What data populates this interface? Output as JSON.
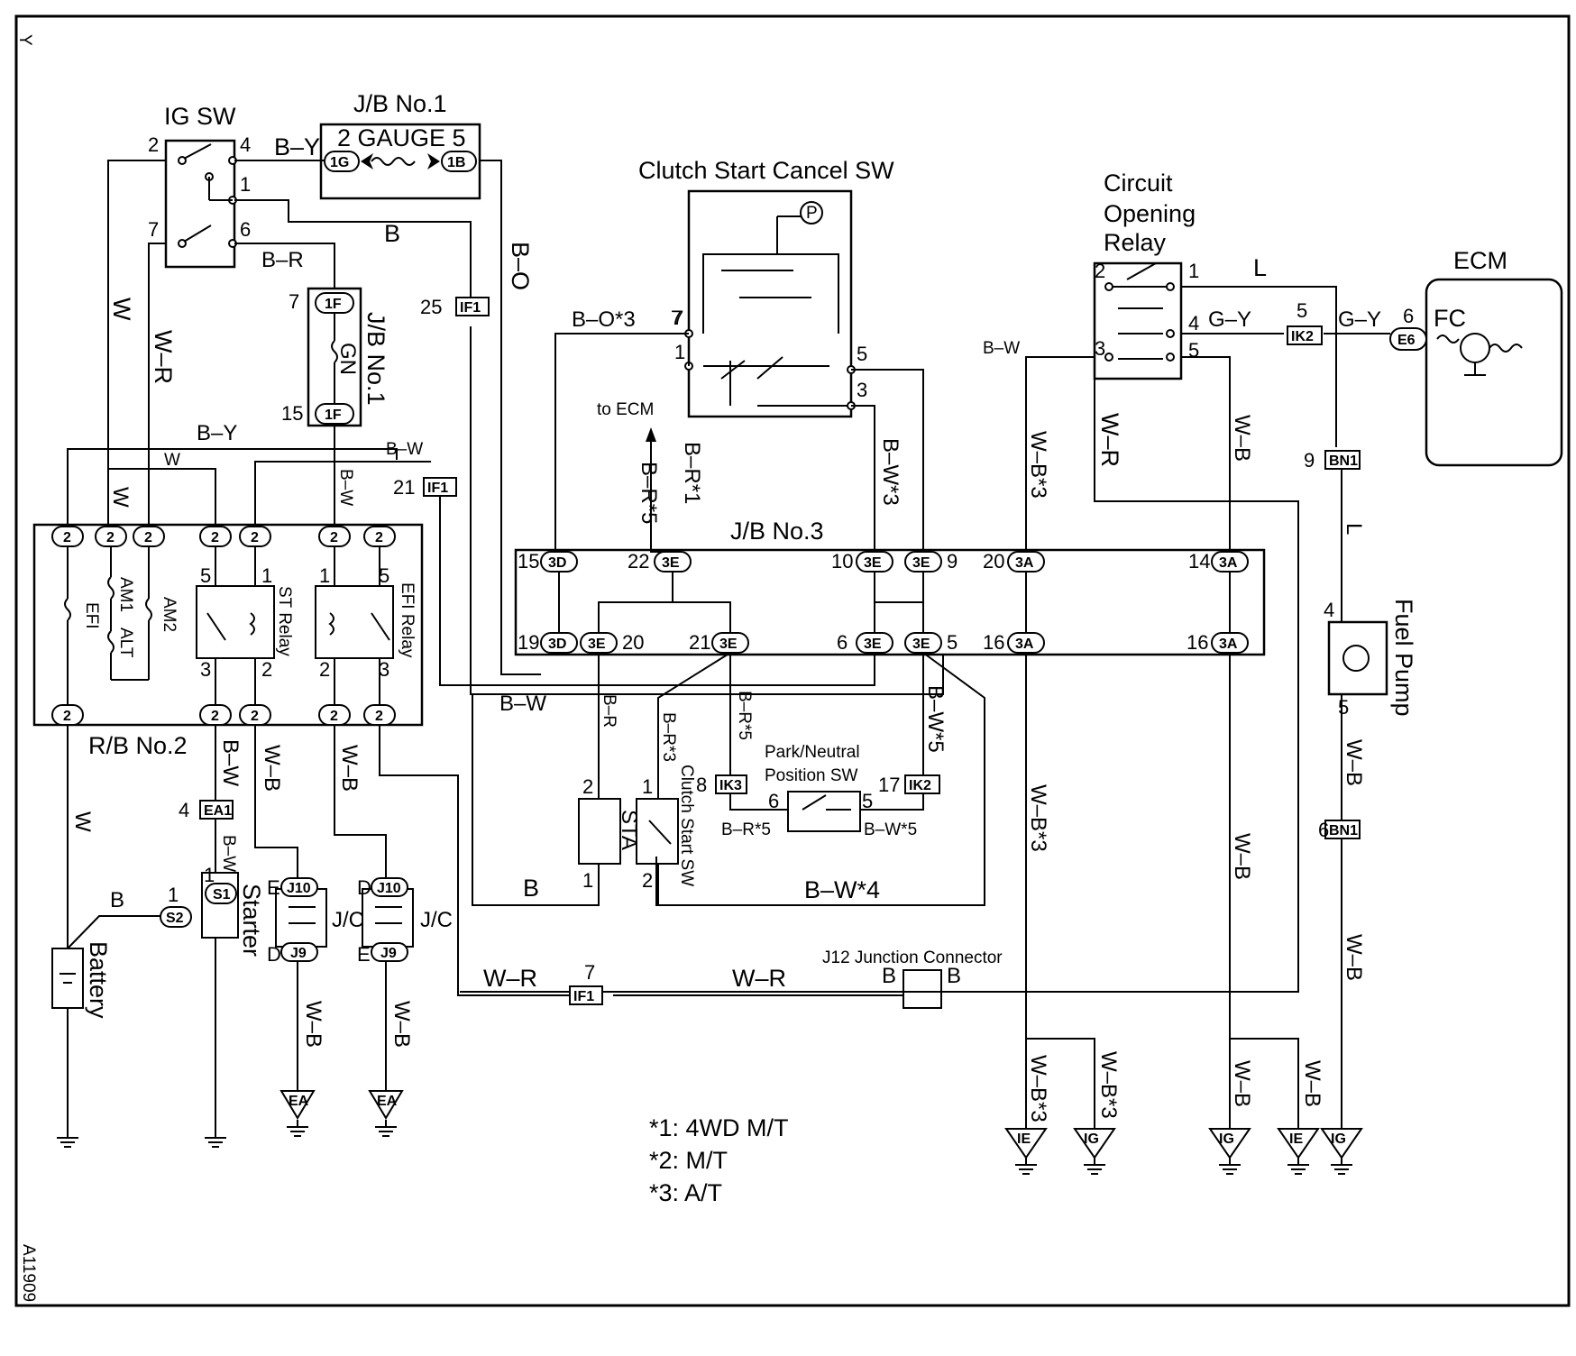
{
  "corner_mark": "Y",
  "figure_id": "A11909",
  "ig_sw": {
    "title": "IG SW",
    "pins": [
      "2",
      "4",
      "1",
      "7",
      "6"
    ]
  },
  "jb1_gauge": {
    "title": "J/B No.1",
    "fuse": "2 GAUGE 5",
    "conn_left": "1G",
    "conn_right": "1B"
  },
  "jb1_gn": {
    "title": "J/B No.1",
    "fuse": "GN",
    "conn": "1F",
    "pin_top": "7",
    "pin_bottom": "15"
  },
  "clutch_cancel": {
    "title": "Clutch Start Cancel SW",
    "pins": [
      "7",
      "1",
      "5",
      "3"
    ],
    "meter": "P"
  },
  "circuit_opening_relay": {
    "title_lines": [
      "Circuit",
      "Opening",
      "Relay"
    ],
    "pins": [
      "2",
      "1",
      "4",
      "3",
      "5"
    ]
  },
  "ecm": {
    "title": "ECM",
    "pin": "6",
    "conn": "E6",
    "terminal": "FC",
    "to_ecm": "to ECM"
  },
  "jb3": {
    "title": "J/B No.3",
    "top_pins": [
      "15",
      "22",
      "10",
      "9",
      "20",
      "14"
    ],
    "top_conns": [
      "3D",
      "3E",
      "3E",
      "3E",
      "3A",
      "3A"
    ],
    "bottom_pins": [
      "19",
      "20",
      "21",
      "6",
      "5",
      "16",
      "16"
    ],
    "bottom_conns": [
      "3D",
      "3E",
      "3E",
      "3E",
      "3E",
      "3A",
      "3A"
    ]
  },
  "rb2": {
    "title": "R/B No.2",
    "fuses": [
      "EFI",
      "AM1",
      "ALT",
      "AM2"
    ],
    "st_relay": "ST Relay",
    "efi_relay": "EFI Relay",
    "conn": "2",
    "relay_pins": [
      "5",
      "1",
      "3",
      "2"
    ]
  },
  "connectors": {
    "if1": "IF1",
    "ik2": "IK2",
    "ik3": "IK3",
    "ea1": "EA1",
    "bn1": "BN1",
    "j10": "J10",
    "j9": "J9",
    "s1": "S1",
    "s2": "S2"
  },
  "connector_pins": {
    "if1_25": "25",
    "if1_21": "21",
    "if1_7": "7",
    "ik2_5": "5",
    "ik2_17": "17",
    "ik3_8": "8",
    "ea1_4": "4",
    "bn1_9": "9",
    "bn1_6": "6"
  },
  "fuel_pump": {
    "title": "Fuel Pump",
    "pins": [
      "4",
      "5"
    ]
  },
  "park_neutral": {
    "title_lines": [
      "Park/Neutral",
      "Position SW"
    ],
    "pins": [
      "6",
      "5"
    ]
  },
  "clutch_start_sw": {
    "title": "Clutch Start SW",
    "sta": "STA",
    "pins": [
      "2",
      "1",
      "1",
      "2"
    ]
  },
  "starter": {
    "title": "Starter",
    "pins": [
      "1",
      "1"
    ]
  },
  "battery": {
    "title": "Battery"
  },
  "jc": {
    "title": "J/C",
    "pins": [
      "E",
      "D",
      "D",
      "E"
    ]
  },
  "j12": {
    "title": "J12 Junction Connector",
    "left": "B",
    "right": "B"
  },
  "grounds": [
    "EA",
    "EA",
    "IE",
    "IG",
    "IG",
    "IE",
    "IG"
  ],
  "wires": {
    "by": "B–Y",
    "b": "B",
    "br": "B–R",
    "bo": "B–O",
    "w": "W",
    "wr": "W–R",
    "bw": "B–W",
    "wb": "W–B",
    "l": "L",
    "gy": "G–Y",
    "bo3": "B–O*3",
    "br5": "B–R*5",
    "br1": "B–R*1",
    "bw3": "B–W*3",
    "wb3": "W–B*3",
    "br3": "B–R*3",
    "bw5": "B–W*5",
    "bw4": "B–W*4"
  },
  "notes": [
    "*1: 4WD M/T",
    "*2: M/T",
    "*3: A/T"
  ]
}
